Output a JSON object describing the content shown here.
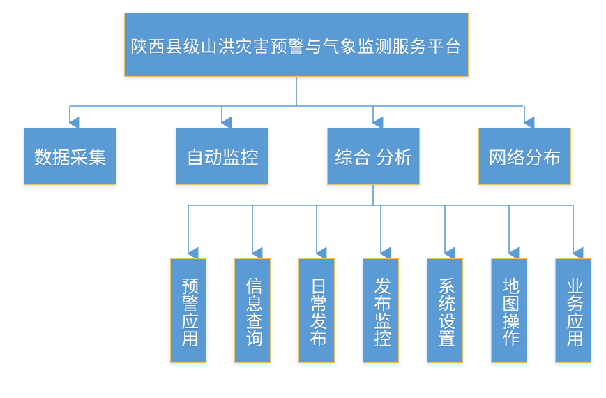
{
  "diagram": {
    "type": "organization-tree",
    "orientation": "top-down",
    "colors": {
      "node_fill": "#5b9bd5",
      "node_border": "#e8c468",
      "connector": "#5b9bd5",
      "text": "#ffffff",
      "background": "#ffffff"
    },
    "root": {
      "label": "陕西县级山洪灾害预警与气象监测服务平台"
    },
    "level2": [
      {
        "label": "数据采集"
      },
      {
        "label": "自动监控"
      },
      {
        "label": "综合 分析"
      },
      {
        "label": "网络分布"
      }
    ],
    "level3_parent": "综合 分析",
    "level3": [
      {
        "label": "预警应用"
      },
      {
        "label": "信息查询"
      },
      {
        "label": "日常发布"
      },
      {
        "label": "发布监控"
      },
      {
        "label": "系统设置"
      },
      {
        "label": "地图操作"
      },
      {
        "label": "业务应用"
      }
    ]
  }
}
